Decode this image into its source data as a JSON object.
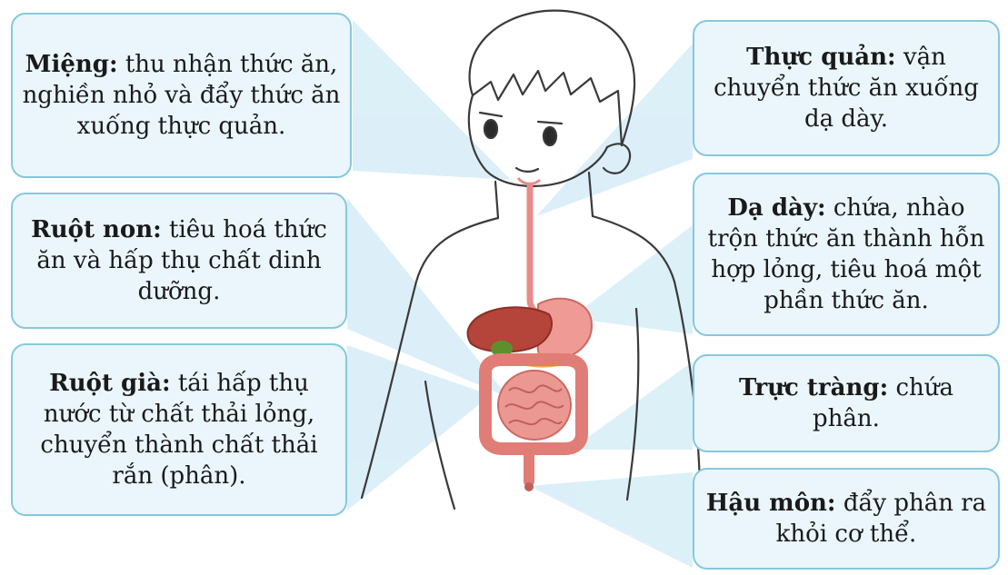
{
  "boxes": {
    "mieng": {
      "term": "Miệng:",
      "desc": "thu nhận thức ăn, nghiền nhỏ và đẩy thức ăn xuống thực quản."
    },
    "ruot_non": {
      "term": "Ruột non:",
      "desc": "tiêu hoá thức ăn và hấp thụ chất dinh dưỡng."
    },
    "ruot_gia": {
      "term": "Ruột già:",
      "desc": "tái hấp thụ nước từ chất thải lỏng, chuyển thành chất thải rắn (phân)."
    },
    "thuc_quan": {
      "term": "Thực quản:",
      "desc": "vận chuyển thức ăn xuống dạ dày."
    },
    "da_day": {
      "term": "Dạ dày:",
      "desc": "chứa, nhào trộn thức ăn thành hỗn hợp lỏng, tiêu hoá một phần thức ăn."
    },
    "truc_trang": {
      "term": "Trực tràng:",
      "desc": "chứa phân."
    },
    "hau_mon": {
      "term": "Hậu môn:",
      "desc": "đẩy phân ra khỏi cơ thể."
    }
  },
  "colors": {
    "box_fill": "#eaf6fb",
    "box_border": "#86c8de",
    "pointer": "#cfe9f4",
    "organs": "#e88c88",
    "liver": "#b5443a",
    "gallbladder": "#5f8f2c"
  }
}
